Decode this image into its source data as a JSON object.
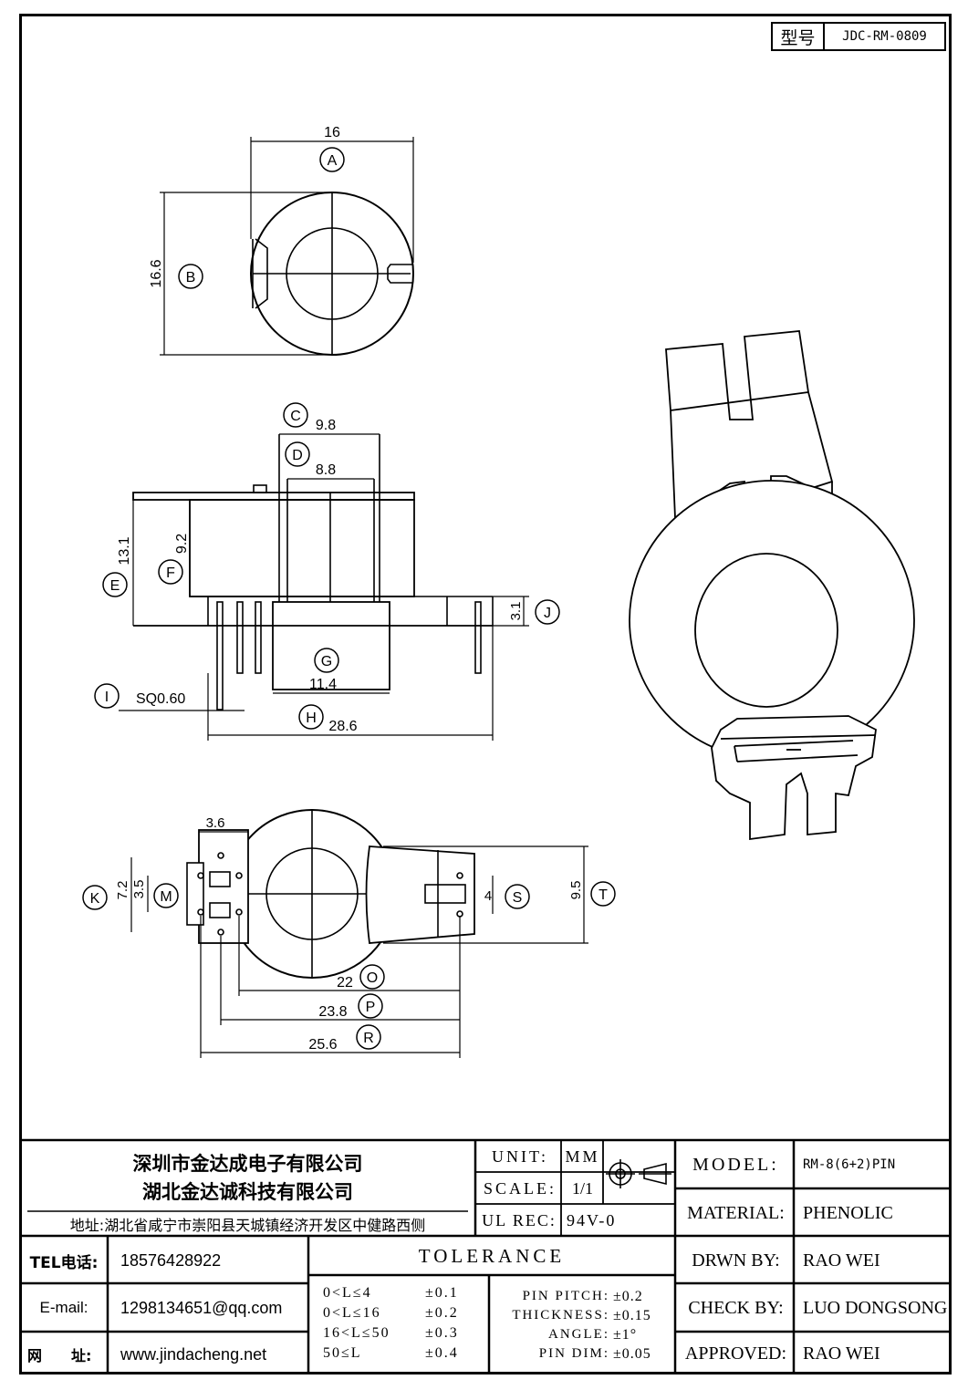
{
  "header": {
    "model_key": "型号",
    "model_value": "JDC-RM-0809"
  },
  "top_view": {
    "dim_a": "16",
    "dim_b": "16.6",
    "label_a": "A",
    "label_b": "B"
  },
  "side_view": {
    "dim_c": "9.8",
    "dim_d": "8.8",
    "dim_e": "13.1",
    "dim_f": "9.2",
    "dim_g": "11.4",
    "dim_h": "28.6",
    "dim_i": "SQ0.60",
    "dim_j": "3.1",
    "label_c": "C",
    "label_d": "D",
    "label_e": "E",
    "label_f": "F",
    "label_g": "G",
    "label_h": "H",
    "label_i": "I",
    "label_j": "J"
  },
  "bottom_view": {
    "dim_k": "7.2",
    "dim_m": "3.5",
    "dim_s": "4",
    "dim_t": "9.5",
    "dim_o": "22",
    "dim_p": "23.8",
    "dim_r": "25.6",
    "dim_36": "3.6",
    "label_k": "K",
    "label_m": "M",
    "label_s": "S",
    "label_t": "T",
    "label_o": "O",
    "label_p": "P",
    "label_r": "R"
  },
  "company": {
    "name1": "深圳市金达成电子有限公司",
    "name2": "湖北金达诚科技有限公司",
    "address": "地址:湖北省咸宁市崇阳县天城镇经济开发区中健路西侧",
    "tel_label": "TEL电话:",
    "tel_value": "18576428922",
    "email_label": "E-mail:",
    "email_value": "1298134651@qq.com",
    "web_label_1": "网",
    "web_label_2": "址:",
    "web_value": "www.jindacheng.net"
  },
  "specs": {
    "unit_label": "UNIT:",
    "unit_value": "MM",
    "scale_label": "SCALE:",
    "scale_value": "1/1",
    "ul_label": "UL REC:",
    "ul_value": "94V-0",
    "tolerance_title": "TOLERANCE",
    "tol_rows": [
      {
        "range": "0<L≤4",
        "value": "±0.1"
      },
      {
        "range": "0<L≤16",
        "value": "±0.2"
      },
      {
        "range": "16<L≤50",
        "value": "±0.3"
      },
      {
        "range": "50≤L",
        "value": "±0.4"
      }
    ],
    "pin_rows": [
      {
        "label": "PIN PITCH:",
        "value": "±0.2"
      },
      {
        "label": "THICKNESS:",
        "value": "±0.15"
      },
      {
        "label": "ANGLE:",
        "value": "±1°"
      },
      {
        "label": "PIN DIM:",
        "value": "±0.05"
      }
    ]
  },
  "info": {
    "model_label": "MODEL:",
    "model_value": "RM-8(6+2)PIN",
    "material_label": "MATERIAL:",
    "material_value": "PHENOLIC",
    "drawn_label": "DRWN BY:",
    "drawn_value": "RAO WEI",
    "check_label": "CHECK BY:",
    "check_value": "LUO DONGSONG",
    "approved_label": "APPROVED:",
    "approved_value": "RAO WEI"
  }
}
